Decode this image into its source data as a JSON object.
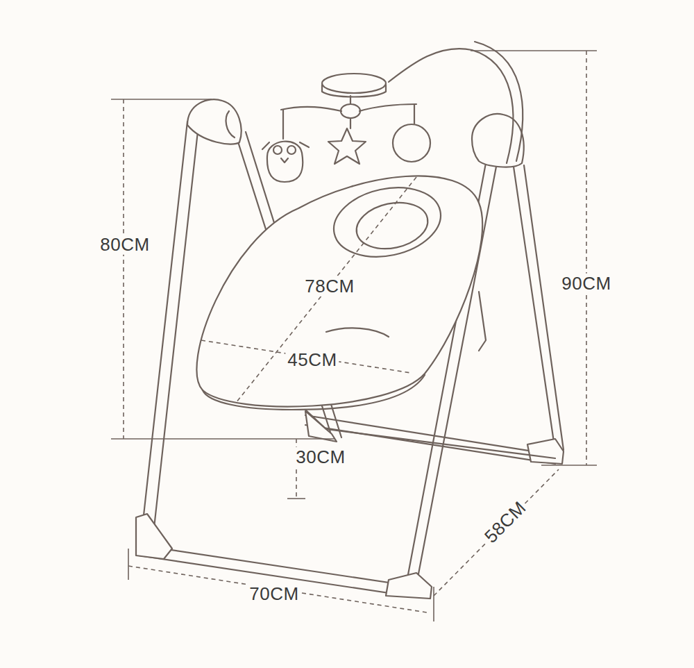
{
  "diagram": {
    "labels": [
      "80CM",
      "90CM",
      "78CM",
      "45CM",
      "30CM",
      "58CM",
      "70CM"
    ]
  }
}
